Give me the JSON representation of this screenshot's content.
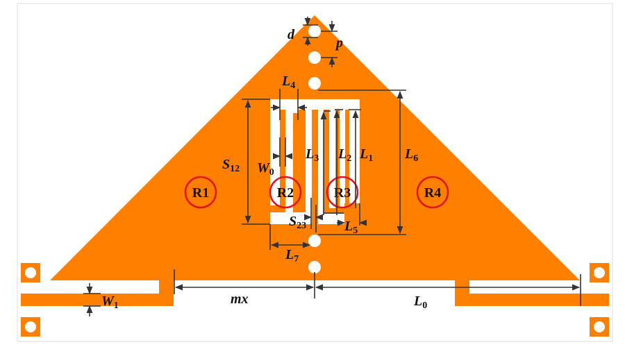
{
  "colors": {
    "copper": "#FF8000",
    "marker": "#E0141E",
    "line": "#333333"
  },
  "regions": [
    "R1",
    "R2",
    "R3",
    "R4"
  ],
  "labels": {
    "d": {
      "main": "d",
      "sub": ""
    },
    "p": {
      "main": "p",
      "sub": ""
    },
    "L4": {
      "main": "L",
      "sub": "4"
    },
    "S12": {
      "main": "S",
      "sub": "12"
    },
    "W0": {
      "main": "W",
      "sub": "0"
    },
    "L3": {
      "main": "L",
      "sub": "3"
    },
    "L2": {
      "main": "L",
      "sub": "2"
    },
    "L1": {
      "main": "L",
      "sub": "1"
    },
    "L6": {
      "main": "L",
      "sub": "6"
    },
    "S23": {
      "main": "S",
      "sub": "23"
    },
    "L5": {
      "main": "L",
      "sub": "5"
    },
    "L7": {
      "main": "L",
      "sub": "7"
    },
    "mx": {
      "main": "mx",
      "sub": ""
    },
    "L0": {
      "main": "L",
      "sub": "0"
    },
    "W1": {
      "main": "W",
      "sub": "1"
    }
  }
}
